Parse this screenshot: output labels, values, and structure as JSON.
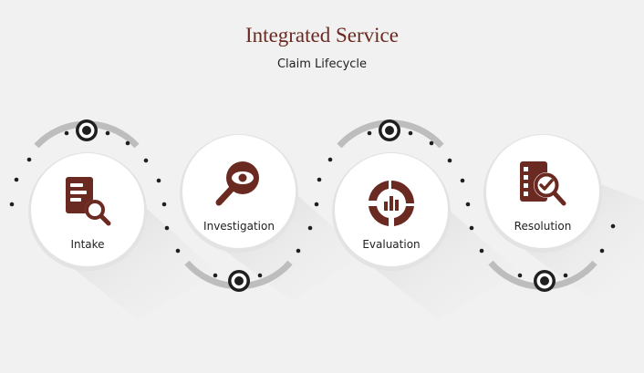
{
  "header": {
    "title": "Integrated Service",
    "subtitle": "Claim Lifecycle"
  },
  "colors": {
    "accent": "#6b2a21",
    "track": "#bdbdbd",
    "dot": "#1f1f1f",
    "circle": "#ffffff",
    "background": "#f0f1f0"
  },
  "steps": [
    {
      "label": "Intake",
      "icon": "document-search-icon"
    },
    {
      "label": "Investigation",
      "icon": "magnifier-eye-icon"
    },
    {
      "label": "Evaluation",
      "icon": "donut-bar-chart-icon"
    },
    {
      "label": "Resolution",
      "icon": "checklist-search-icon"
    }
  ]
}
